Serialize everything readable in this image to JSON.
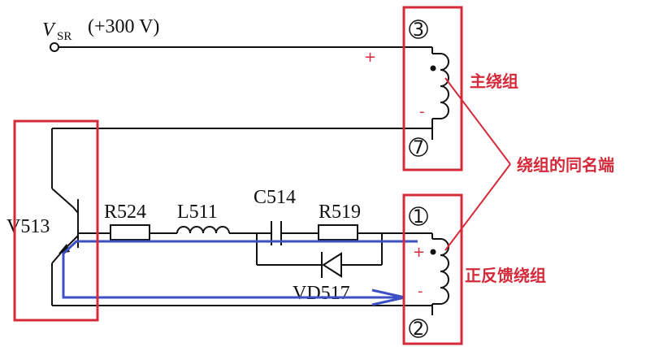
{
  "supply": {
    "symbol": "V",
    "subscript": "SR",
    "value": "(+300 V)"
  },
  "components": {
    "transistor": "V513",
    "resistor1": "R524",
    "inductor": "L511",
    "capacitor": "C514",
    "resistor2": "R519",
    "diode": "VD517"
  },
  "pins": {
    "p3": "3",
    "p7": "7",
    "p1": "1",
    "p2": "2"
  },
  "polarity": {
    "primary_top": "+",
    "primary_bottom": "-",
    "feedback_top": "+",
    "feedback_bottom": "-"
  },
  "annotations": {
    "primary_winding": "主绕组",
    "same_name_end": "绕组的同名端",
    "feedback_winding": "正反馈绕组"
  },
  "colors": {
    "highlight": "#d42a3a",
    "current_path": "#3d4fc4",
    "wire": "#111111"
  }
}
